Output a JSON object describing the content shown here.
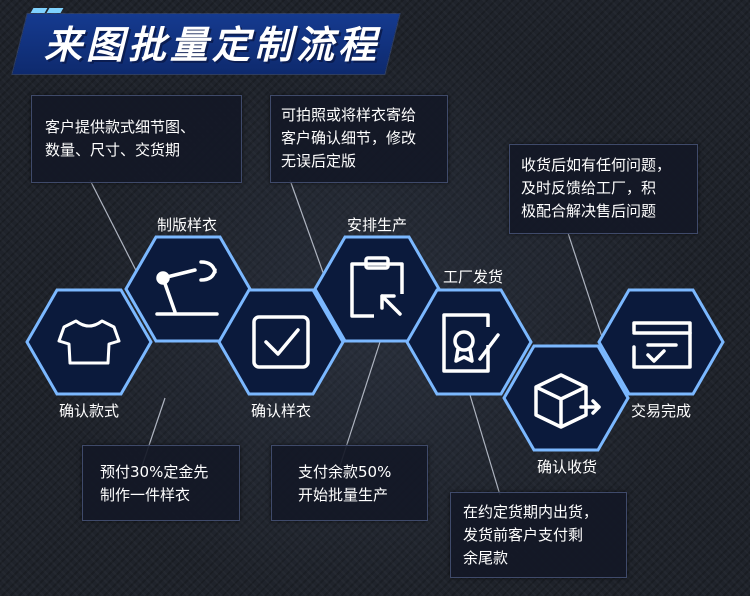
{
  "title": "来图批量定制流程",
  "steps": [
    {
      "label": "确认款式",
      "icon": "tshirt-icon"
    },
    {
      "label": "制版样衣",
      "icon": "robot-arm-icon"
    },
    {
      "label": "确认样衣",
      "icon": "checkbox-icon"
    },
    {
      "label": "安排生产",
      "icon": "clipboard-icon"
    },
    {
      "label": "工厂发货",
      "icon": "certificate-icon"
    },
    {
      "label": "确认收货",
      "icon": "package-icon"
    },
    {
      "label": "交易完成",
      "icon": "completed-form-icon"
    }
  ],
  "notes": [
    [
      "客户提供款式细节图、",
      "数量、尺寸、交货期"
    ],
    [
      "预付30%定金先",
      "制作一件样衣"
    ],
    [
      "可拍照或将样衣寄给",
      "客户确认细节，修改",
      "无误后定版"
    ],
    [
      "支付余款50%",
      "开始批量生产"
    ],
    [
      "收货后如有任何问题，",
      "及时反馈给工厂，积",
      "极配合解决售后问题"
    ],
    [
      "在约定货期内出货，",
      "发货前客户支付剩",
      "余尾款"
    ]
  ],
  "colors": {
    "hexFill": "#0b1a3c",
    "hexBorder": "#7bb8ff",
    "banner": "#153a8f",
    "accent": "#7fd2ff"
  }
}
